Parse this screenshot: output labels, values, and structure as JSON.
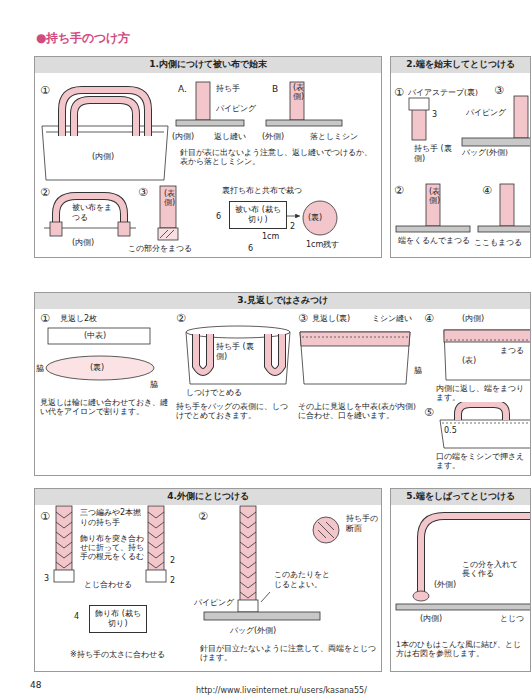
{
  "diagram": {
    "title": "●持ち手のつけ方",
    "nodes": [
      {
        "text": [
          "1.内側につけて被い布で始末"
        ]
      },
      {
        "text": [
          "2.端を始末してとじつける"
        ]
      },
      {
        "text": [
          "3.見返しではさみつけ"
        ]
      },
      {
        "text": [
          "4.外側にとじつける"
        ]
      },
      {
        "text": [
          "5.端をしばってとじつける"
        ]
      },
      {
        "text": [
          "被い布 (裁ち切り)"
        ],
        "in": 0
      },
      {
        "text": [
          "飾り布 (裁ち切り)"
        ],
        "in": 3
      }
    ],
    "labels": [
      "①",
      "A.",
      "持ち手",
      "パイピング",
      "(内側)",
      "返し縫い",
      "B",
      "(表側)",
      "(外側)",
      "落としミシン",
      "針目が表に出ないよう注意し、返し縫いでつけるか、表から落としミシン。",
      "(内側)",
      "②",
      "被い布をまつる",
      "(内側)",
      "③",
      "(表側)",
      "この部分をまつる",
      "裏打ち布と共布で裁つ",
      "6",
      "6",
      "1cm",
      "2",
      "(裏)",
      "1cm残す",
      "①",
      "バイアステープ(裏)",
      "3",
      "持ち手 (裏側)",
      "③",
      "パイピング",
      "バッグ(外側)",
      "②",
      "(表側)",
      "端をくるんでまつる",
      "④",
      "ここもまつる",
      "①",
      "見返し2枚",
      "(中表)",
      "脇",
      "(裏)",
      "脇",
      "見返しは輪に縫い合わせておき、縫い代をアイロンで割ります。",
      "②",
      "持ち手 (裏側)",
      "しつけでとめる",
      "持ち手をバッグの表側に、しつけでとめておきます。",
      "③",
      "見返し(裏)",
      "ミシン縫い",
      "脇",
      "その上に見返しを中表(表が内側)に合わせ、口を縫います。",
      "④",
      "(内側)",
      "まつる",
      "(表)",
      "内側に返し、端をまつります。",
      "⑤",
      "0.5",
      "口の端をミシンで押さえます。",
      "①",
      "三つ編みや2本撚りの持ち手",
      "飾り布を突き合わせに折って、持ち手の根元をくるむ",
      "3",
      "2",
      "とじ合わせる",
      "2",
      "4",
      "※持ち手の太さに合わせる",
      "②",
      "パイピング",
      "持ち手の断面",
      "このあたりをとじるとよい。",
      "バッグ(外側)",
      "針目が目立たないように注意して、両端をとじつけます。",
      "(外側)",
      "この分を入れて長く作る",
      "(内側)",
      "とじつ",
      "1本のひもはこんな風に結び、とじ方は右図を参照します。",
      "48",
      "http://www.liveinternet.ru/users/kasana55/"
    ]
  }
}
